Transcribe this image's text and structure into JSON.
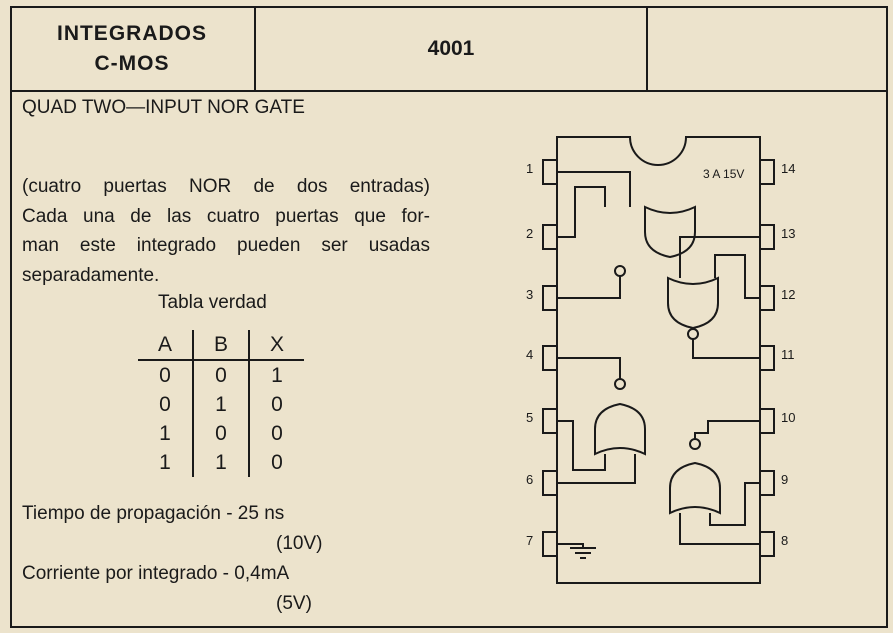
{
  "header": {
    "category_line1": "INTEGRADOS",
    "category_line2": "C-MOS",
    "part_number": "4001"
  },
  "title": "QUAD TWO—INPUT NOR GATE",
  "description": [
    "(cuatro puertas NOR de dos entradas)",
    "Cada una de las cuatro puertas que for-",
    "man este integrado pueden ser usadas",
    "separadamente."
  ],
  "truth_table": {
    "title": "Tabla verdad",
    "headers": [
      "A",
      "B",
      "X"
    ],
    "rows": [
      [
        "0",
        "0",
        "1"
      ],
      [
        "0",
        "1",
        "0"
      ],
      [
        "1",
        "0",
        "0"
      ],
      [
        "1",
        "1",
        "0"
      ]
    ]
  },
  "specs": {
    "propagation": "Tiempo de propagación - 25 ns",
    "propagation_cond": "(10V)",
    "current": "Corriente por integrado - 0,4mA",
    "current_cond": "(5V)"
  },
  "chip": {
    "supply_label": "3 A 15V",
    "pins_left": [
      "1",
      "2",
      "3",
      "4",
      "5",
      "6",
      "7"
    ],
    "pins_right": [
      "14",
      "13",
      "12",
      "11",
      "10",
      "9",
      "8"
    ],
    "gate_type": "NOR",
    "ground_icon": "ground-icon"
  }
}
